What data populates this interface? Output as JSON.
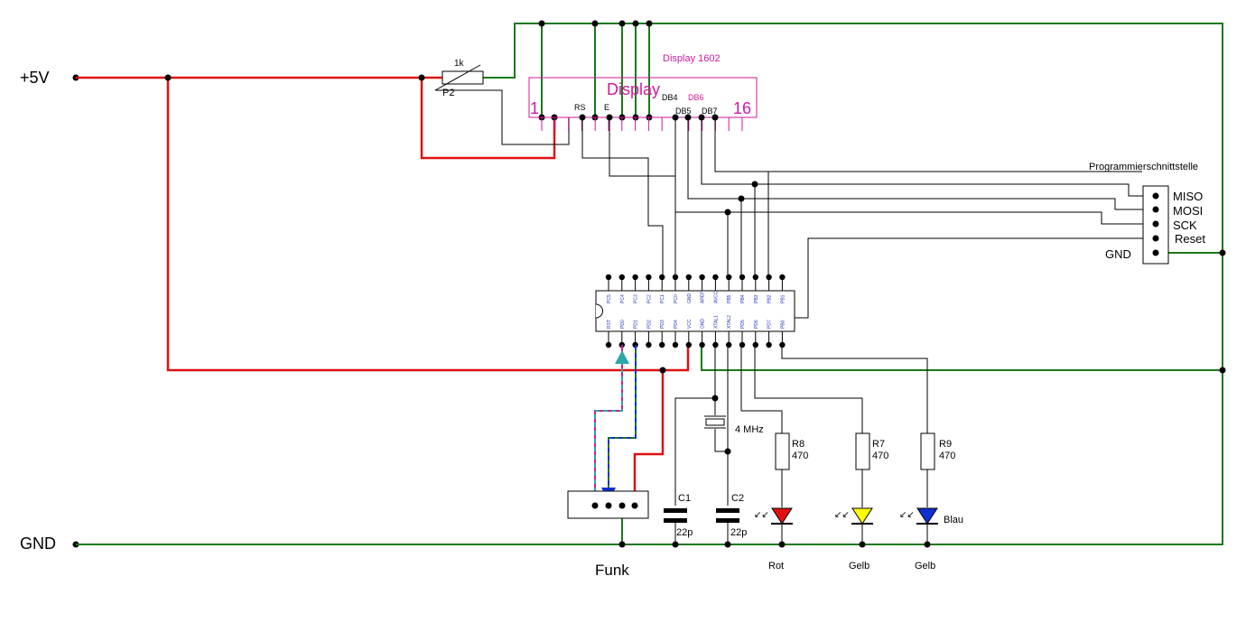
{
  "rails": {
    "vcc_label": "+5V",
    "gnd_label": "GND"
  },
  "potentiometer": {
    "name": "P2",
    "value": "1k"
  },
  "display": {
    "title": "Display 1602",
    "inner_label": "Display",
    "first_pin": "1",
    "last_pin": "16",
    "pin_labels": [
      "RS",
      "E",
      "DB4",
      "DB5",
      "DB6",
      "DB7"
    ]
  },
  "programming_header": {
    "title": "Programmierschnittstelle",
    "pins": [
      "MISO",
      "MOSI",
      "SCK",
      "Reset"
    ],
    "gnd_label": "GND"
  },
  "microcontroller": {
    "top_pins": [
      "PC5",
      "PC4",
      "PC3",
      "PC2",
      "PC1",
      "PC0",
      "GND",
      "AREF",
      "AVCC",
      "PB5",
      "PB4",
      "PB3",
      "PB2",
      "PB1"
    ],
    "bottom_pins": [
      "RST",
      "PD0",
      "PD1",
      "PD2",
      "PD3",
      "PD4",
      "VCC",
      "GND",
      "XTAL1",
      "XTAL2",
      "PD5",
      "PD6",
      "PD7",
      "PB0"
    ]
  },
  "crystal": {
    "label": "4 MHz"
  },
  "capacitors": [
    {
      "name": "C1",
      "value": "22p"
    },
    {
      "name": "C2",
      "value": "22p"
    }
  ],
  "resistors": [
    {
      "name": "R8",
      "value": "470"
    },
    {
      "name": "R7",
      "value": "470"
    },
    {
      "name": "R9",
      "value": "470"
    }
  ],
  "leds": [
    {
      "label": "Rot",
      "color": "#e01010"
    },
    {
      "label": "Gelb",
      "color": "#ffff00"
    },
    {
      "label": "Gelb",
      "color": "#1030d0",
      "side_label": "Blau"
    }
  ],
  "funk": {
    "label": "Funk"
  },
  "colors": {
    "vcc_wire": "#e01010",
    "gnd_wire": "#1a7a1a",
    "display_outline": "#d0199b"
  }
}
